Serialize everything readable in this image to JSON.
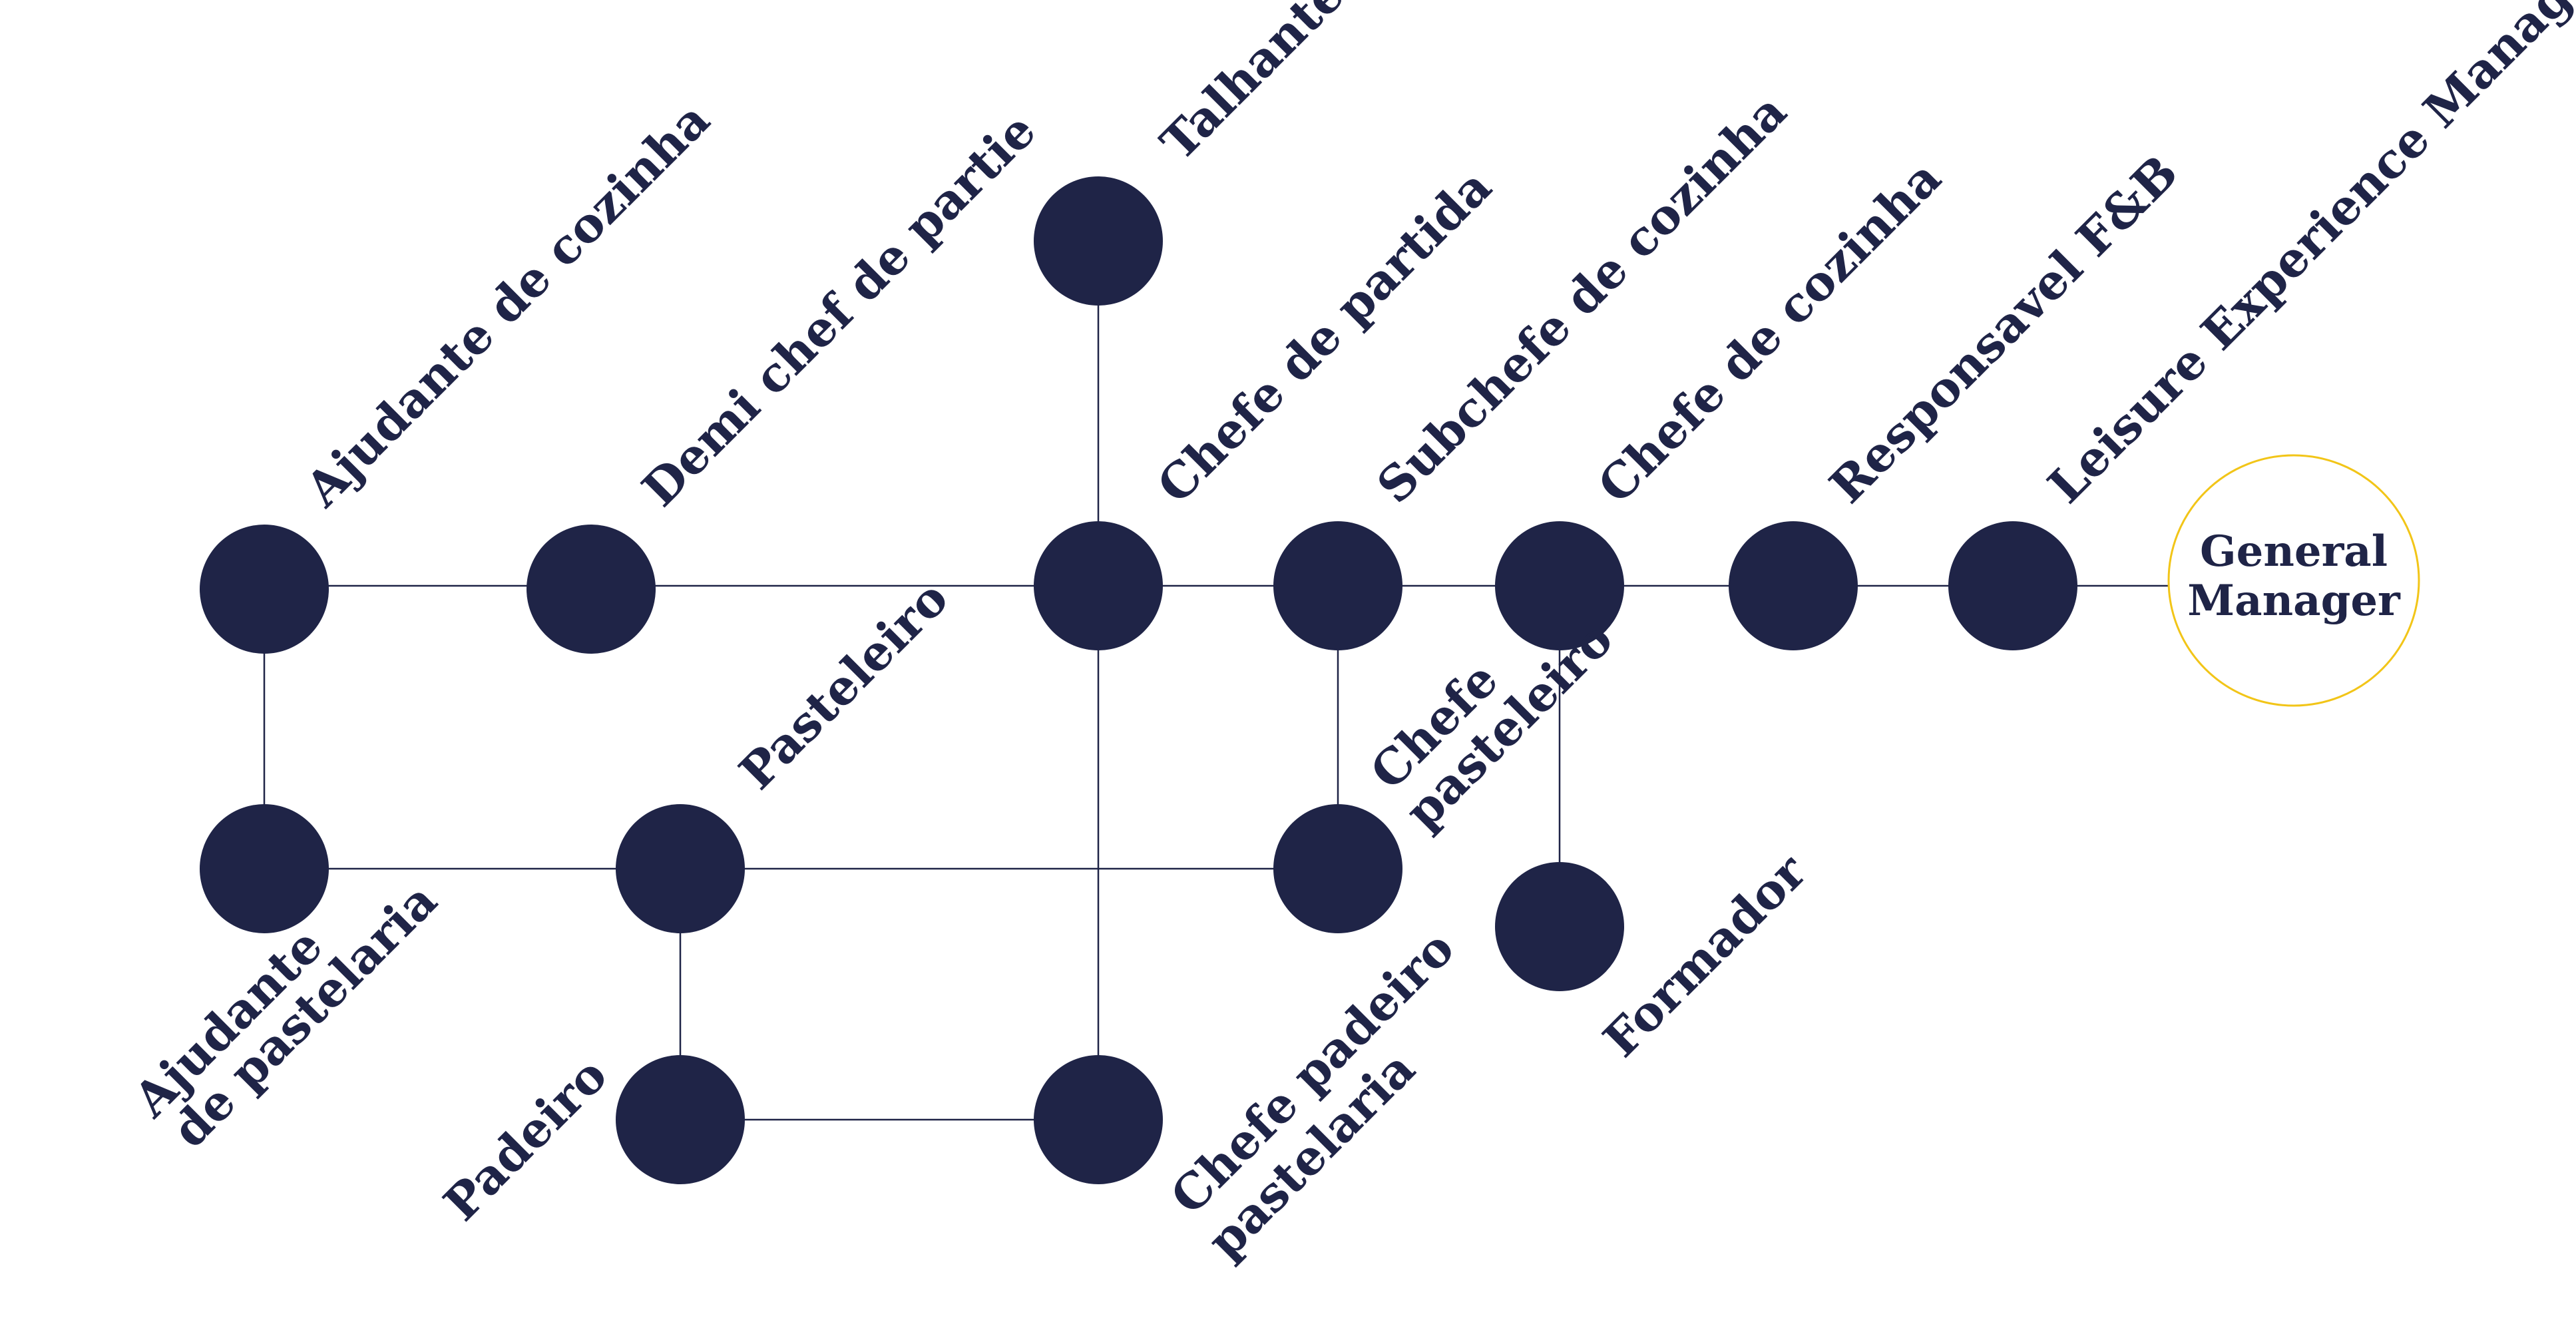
{
  "colors": {
    "node": "#1f2447",
    "connector": "#1f2447",
    "root_ring": "#f2c518",
    "background": "#ffffff"
  },
  "root": {
    "line1": "General",
    "line2": "Manager"
  },
  "roles": {
    "leisure_experience_manager": "Leisure Experience Manager",
    "responsavel_fb": "Responsavel F&B",
    "chefe_de_cozinha": "Chefe de cozinha",
    "subchefe_de_cozinha": "Subchefe de cozinha",
    "chefe_de_partida": "Chefe de partida",
    "talhante": "Talhante",
    "demi_chef_de_partie": "Demi chef de partie",
    "ajudante_de_cozinha": "Ajudante de cozinha",
    "chefe_pasteleiro": {
      "line1": "Chefe",
      "line2": "pasteleiro"
    },
    "formador": "Formador",
    "pasteleiro": "Pasteleiro",
    "ajudante_de_pastelaria": {
      "line1": "Ajudante",
      "line2": "de pastelaria"
    },
    "padeiro": "Padeiro",
    "chefe_padeiro_pastelaria": {
      "line1": "Chefe padeiro",
      "line2": "pastelaria"
    }
  }
}
